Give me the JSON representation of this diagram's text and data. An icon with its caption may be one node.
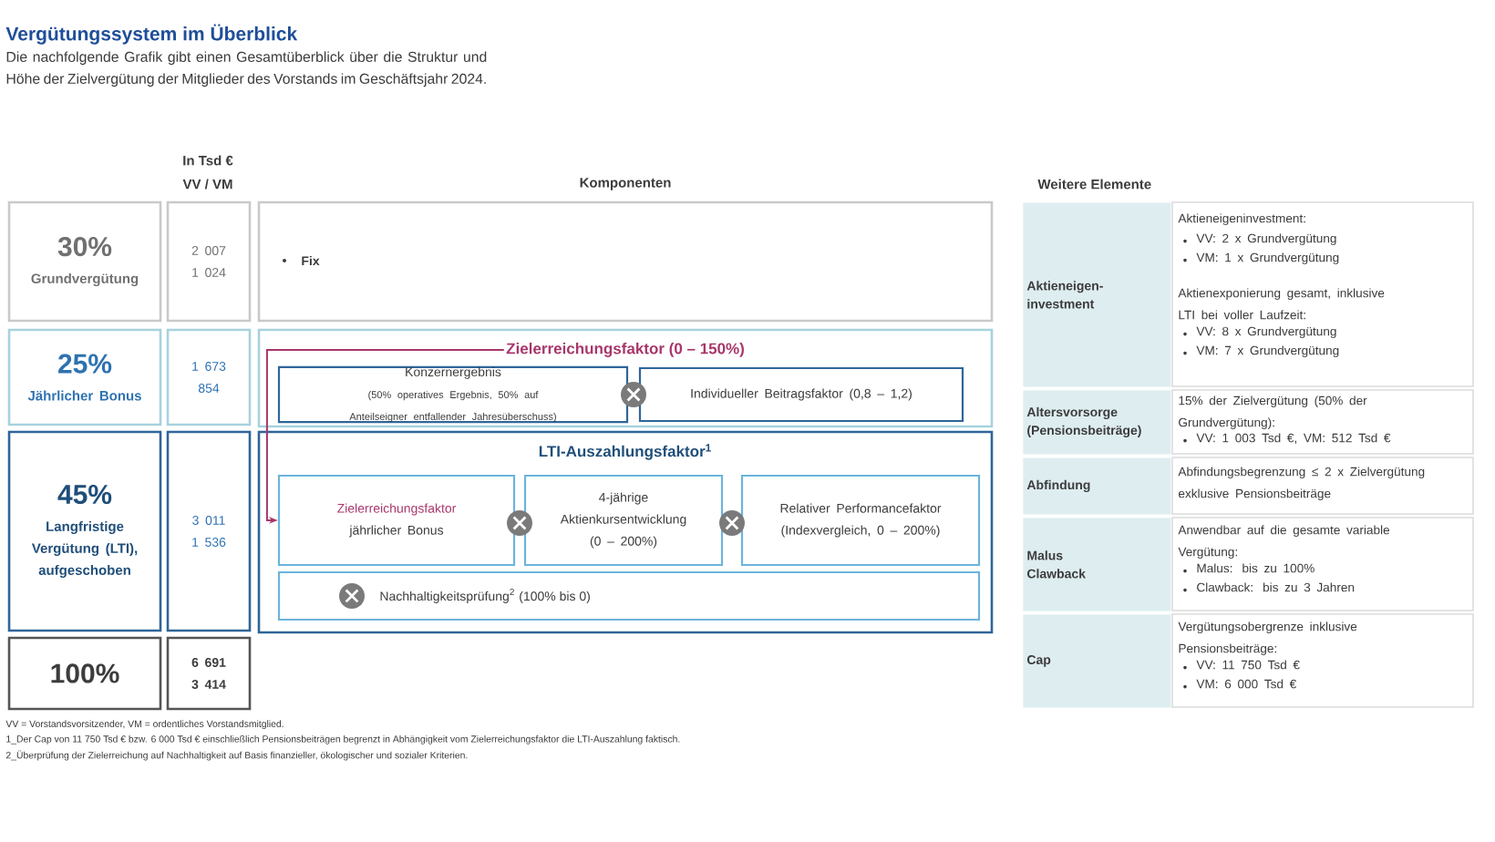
{
  "diagram": {
    "title": "Vergütungssystem im Überblick",
    "nodes": [
      {
        "text": [
          "30%",
          "Grundvergütung"
        ]
      },
      {
        "text": [
          "2 007",
          "1 024"
        ]
      },
      {
        "text": [
          "Fix"
        ]
      },
      {
        "text": [
          "25%",
          "Jährlicher Bonus"
        ]
      },
      {
        "text": [
          "1 673",
          "854"
        ]
      },
      {
        "text": [
          "Zielerreichungsfaktor (0 – 150%)"
        ]
      },
      {
        "text": [
          "Konzernergebnis",
          "(50% operatives Ergebnis, 50% auf Anteilseigner entfallender Jahresüberschuss)"
        ],
        "in": 5
      },
      {
        "text": [
          "Individueller Beitragsfaktor (0,8 – 1,2)"
        ],
        "in": 5
      },
      {
        "text": [
          "45%",
          "Langfristige Vergütung (LTI), aufgeschoben"
        ]
      },
      {
        "text": [
          "3 011",
          "1 536"
        ]
      },
      {
        "text": [
          "LTI-Auszahlungsfaktor$^{1}$"
        ]
      },
      {
        "text": [
          "Zielerreichungsfaktor",
          "jährlicher Bonus"
        ],
        "in": 10
      },
      {
        "text": [
          "4-jährige Aktienkursentwicklung (0 – 200%)"
        ],
        "in": 10
      },
      {
        "text": [
          "Relativer Performancefaktor (Indexvergleich, 0 – 200%)"
        ],
        "in": 10
      },
      {
        "text": [
          "Nachhaltigkeitsprüfung$^{2}$ (100% bis 0)"
        ],
        "in": 10
      },
      {
        "text": [
          "100%"
        ]
      },
      {
        "text": [
          "6 691",
          "3 414"
        ]
      }
    ],
    "edges": [
      {
        "from": 5,
        "to": 11,
        "arrow": "to",
        "color": "#a8366b"
      }
    ],
    "labels": [
      "Die nachfolgende Grafik gibt einen Gesamtüberblick über die Struktur und Höhe der Zielvergütung der Mitglieder des Vorstands im Geschäftsjahr 2024.",
      "In Tsd €",
      "VV / VM",
      "Komponenten",
      "Weitere Elemente",
      "Aktieneigen-investment",
      "Aktieneigeninvestment:",
      "VV: 2 x Grundvergütung",
      "VM: 1 x Grundvergütung",
      "Aktienexponierung gesamt, inklusive LTI bei voller Laufzeit:",
      "VV: 8 x Grundvergütung",
      "VM: 7 x Grundvergütung",
      "Altersvorsorge (Pensionsbeiträge)",
      "15% der Zielvergütung (50% der Grundvergütung):",
      "VV: 1 003 Tsd €, VM: 512 Tsd €",
      "Abfindung",
      "Abfindungsbegrenzung ≤ 2 x Zielvergütung exklusive Pensionsbeiträge",
      "Malus Clawback",
      "Anwendbar auf die gesamte variable Vergütung:",
      "Malus: bis zu 100%",
      "Clawback: bis zu 3 Jahren",
      "Cap",
      "Vergütungsobergrenze inklusive Pensionsbeiträge:",
      "VV: 11 750 Tsd €",
      "VM: 6 000 Tsd €",
      "VV = Vorstandsvorsitzender, VM = ordentliches Vorstandsmitglied.",
      "1_Der Cap von 11 750 Tsd € bzw. 6 000 Tsd € einschließlich Pensionsbeiträgen begrenzt in Abhängigkeit vom Zielerreichungsfaktor die LTI-Auszahlung faktisch.",
      "2_Überprüfung der Zielerreichung auf Nachhaltigkeit auf Basis finanzieller, ökologischer und sozialer Kriterien."
    ]
  }
}
